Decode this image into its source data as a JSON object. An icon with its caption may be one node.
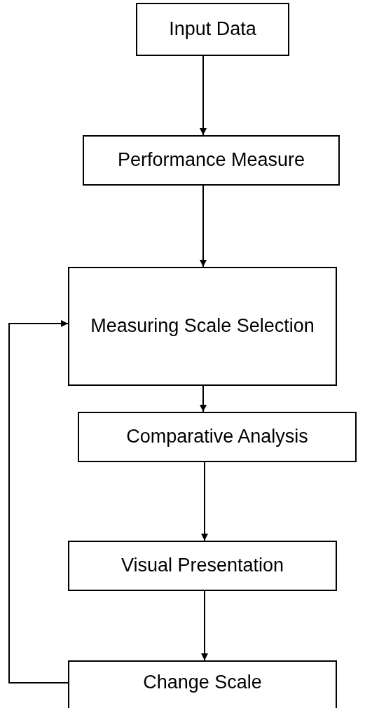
{
  "diagram": {
    "nodes": [
      {
        "text": [
          "Input Data"
        ]
      },
      {
        "text": [
          "Performance Measure"
        ]
      },
      {
        "text": [
          "Measuring Scale Selection"
        ]
      },
      {
        "text": [
          "Comparative Analysis"
        ]
      },
      {
        "text": [
          "Visual Presentation"
        ]
      },
      {
        "text": [
          "Change Scale"
        ]
      }
    ],
    "edges": [
      {
        "from": 0,
        "to": 1,
        "arrow": "to"
      },
      {
        "from": 1,
        "to": 2,
        "arrow": "to"
      },
      {
        "from": 2,
        "to": 3,
        "arrow": "to"
      },
      {
        "from": 3,
        "to": 4,
        "arrow": "to"
      },
      {
        "from": 4,
        "to": 5,
        "arrow": "to"
      },
      {
        "from": 5,
        "to": 2,
        "arrow": "to"
      }
    ]
  }
}
